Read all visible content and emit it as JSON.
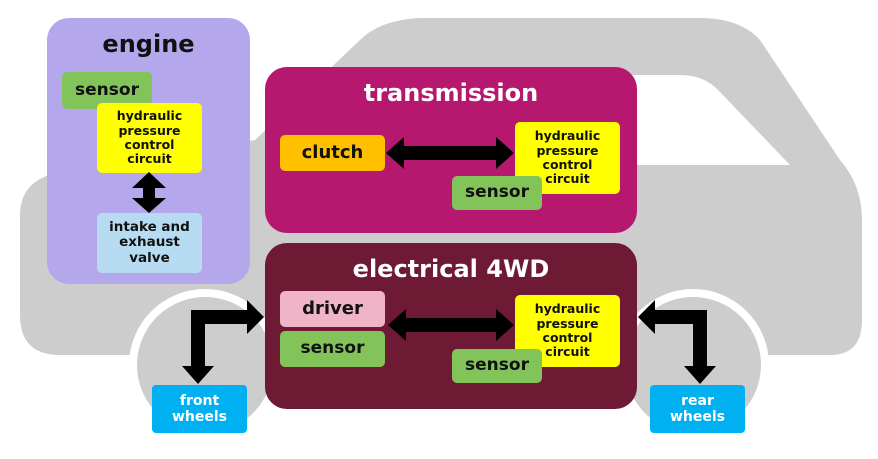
{
  "engine": {
    "title": "engine",
    "sensor": "sensor",
    "hydraulic": "hydraulic pressure control circuit",
    "valve": "intake and exhaust valve"
  },
  "transmission": {
    "title": "transmission",
    "clutch": "clutch",
    "hydraulic": "hydraulic pressure control circuit",
    "sensor": "sensor"
  },
  "electrical": {
    "title": "electrical 4WD",
    "driver": "driver",
    "sensor_left": "sensor",
    "hydraulic": "hydraulic pressure control circuit",
    "sensor_right": "sensor"
  },
  "wheels": {
    "front": "front wheels",
    "rear": "rear wheels"
  },
  "colors": {
    "car_body": "#cdcdcd",
    "engine_panel": "#b4a7ec",
    "transmission_panel": "#b5186e",
    "electrical_panel": "#6e1a35",
    "sensor": "#82c45a",
    "hydraulic": "#ffff00",
    "clutch": "#ffc000",
    "driver": "#f0b4c8",
    "valve": "#b7dcf2",
    "wheels_box": "#00b0f0",
    "arrow": "#000000"
  }
}
